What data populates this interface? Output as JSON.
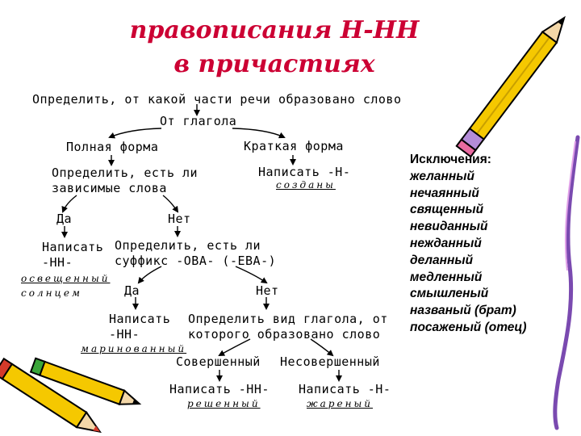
{
  "title": {
    "line1": "правописания Н-НН",
    "line2": "в причастиях"
  },
  "nodes": {
    "root": "Определить, от какой части речи образовано слово",
    "from_verb": "От глагола",
    "full_form": "Полная форма",
    "short_form": "Краткая форма",
    "det_dep_1": "Определить, есть ли",
    "det_dep_2": "зависимые слова",
    "write_n_short": "Написать -Н-",
    "ex_sozdany": "созданы",
    "yes1": "Да",
    "no1": "Нет",
    "write_nn_1a": "Написать",
    "write_nn_1b": "-НН-",
    "ex_osveshchenny_1": "освещенный",
    "ex_osveshchenny_2": "солнцем",
    "det_suffix_1": "Определить, есть ли",
    "det_suffix_2": "суффикс -ОВА- (-ЕВА-)",
    "yes2": "Да",
    "no2": "Нет",
    "write_nn_2a": "Написать",
    "write_nn_2b": "-НН-",
    "ex_marinovanny": "маринованный",
    "det_aspect_1": "Определить вид глагола, от",
    "det_aspect_2": "которого образовано слово",
    "perfective": "Совершенный",
    "imperfective": "Несовершенный",
    "write_nn_3": "Написать -НН-",
    "ex_reshenny": "решенный",
    "write_n_3": "Написать -Н-",
    "ex_zharenny": "жареный"
  },
  "exceptions": {
    "heading": "Исключения:",
    "words": [
      "желанный",
      "нечаянный",
      "священный",
      "невиданный",
      "нежданный",
      "деланный",
      "медленный",
      "смышленый",
      "названый (брат)",
      "посаженый (отец)"
    ]
  },
  "decorations": {
    "pencil_top_right": "pencil-icon",
    "pencils_bottom_left": "pencils-icon",
    "right_edge_stroke": "decorative-stroke",
    "accent_red": "#cc0033",
    "pencil_yellow": "#f5c800"
  }
}
